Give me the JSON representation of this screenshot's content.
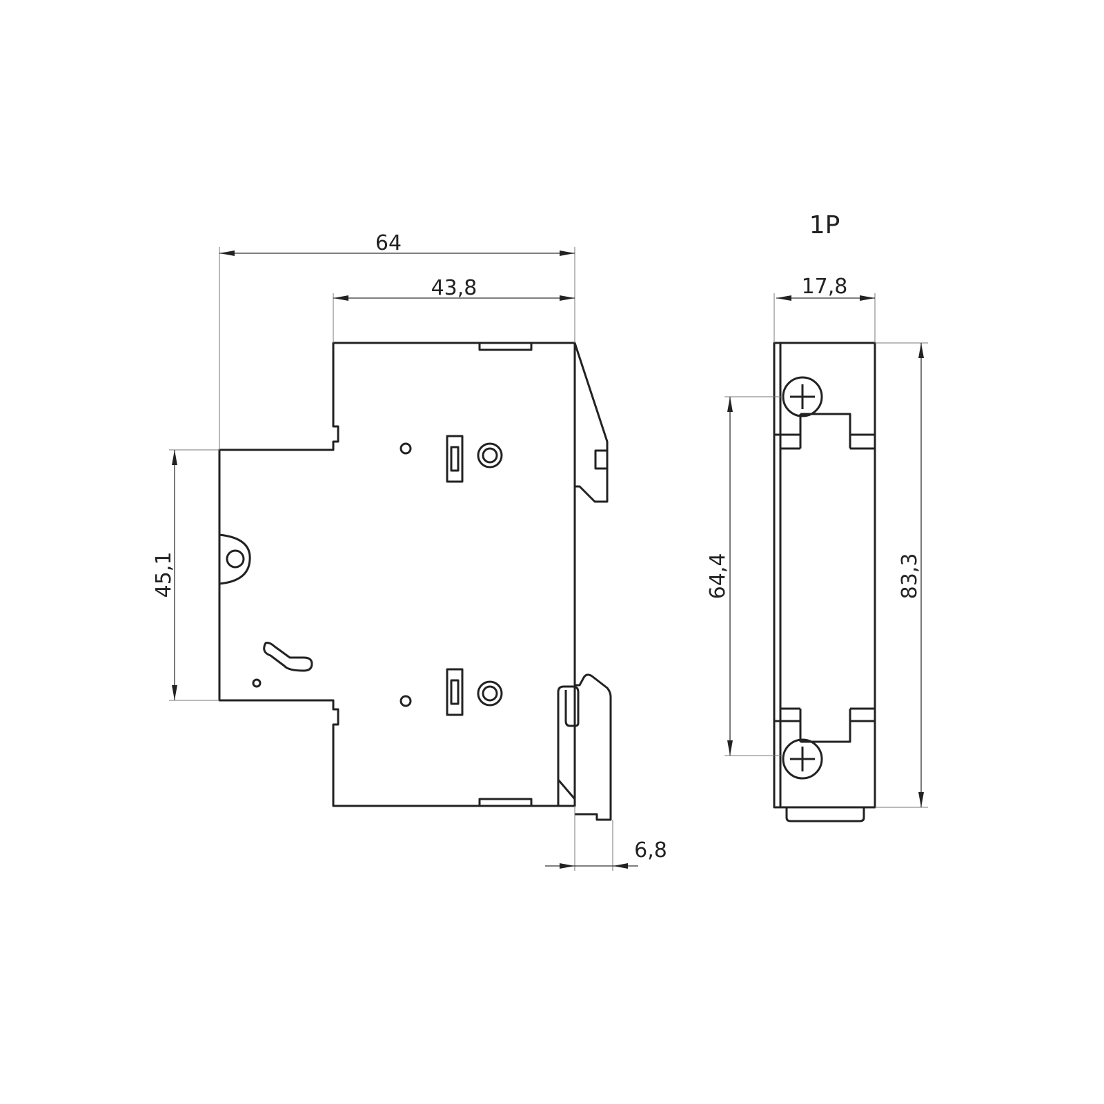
{
  "title": "1P",
  "dimensions": {
    "overall_depth": "64",
    "front_depth": "43,8",
    "rail_height": "45,1",
    "clip_offset": "6,8",
    "width": "17,8",
    "terminal_spacing": "64,4",
    "height": "83,3"
  },
  "colors": {
    "line": "#222222",
    "dimension": "#333333"
  }
}
